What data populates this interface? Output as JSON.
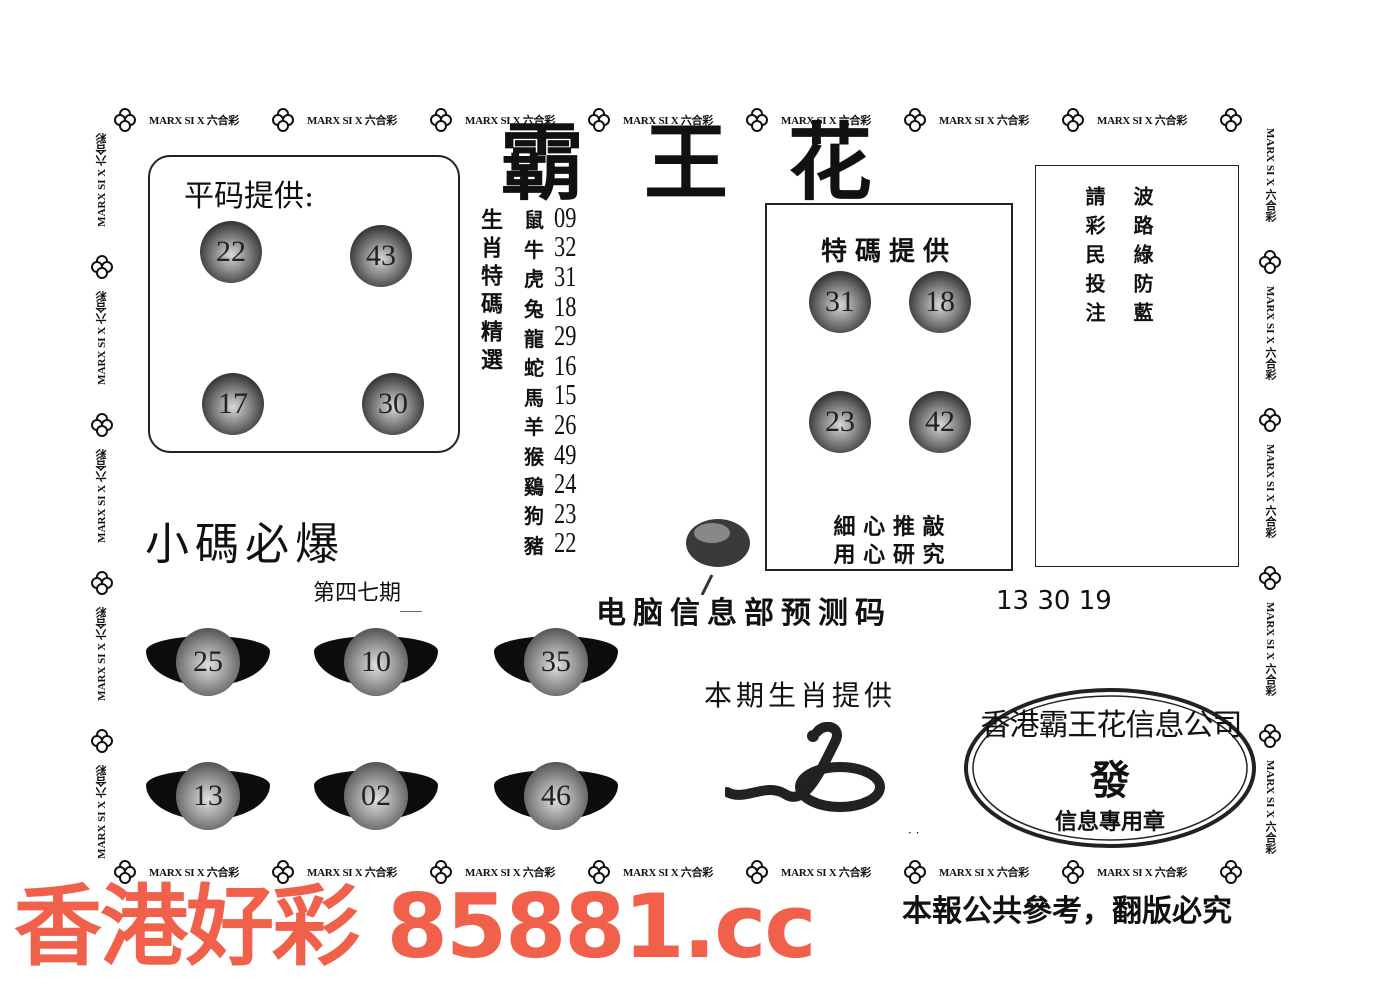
{
  "title": "霸王花",
  "border": {
    "label": "MARX SI X 六合彩",
    "icon": "flower-icon",
    "top_count": 7,
    "bottom_count": 7,
    "side_count": 5
  },
  "regular_numbers": {
    "heading": "平码提供:",
    "balls": [
      "22",
      "43",
      "17",
      "30"
    ]
  },
  "zodiac_picks": {
    "vertical_label": "生肖特碼精選",
    "items": [
      {
        "animal": "鼠",
        "number": "09"
      },
      {
        "animal": "牛",
        "number": "32"
      },
      {
        "animal": "虎",
        "number": "31"
      },
      {
        "animal": "兔",
        "number": "18"
      },
      {
        "animal": "龍",
        "number": "29"
      },
      {
        "animal": "蛇",
        "number": "16"
      },
      {
        "animal": "馬",
        "number": "15"
      },
      {
        "animal": "羊",
        "number": "26"
      },
      {
        "animal": "猴",
        "number": "49"
      },
      {
        "animal": "鷄",
        "number": "24"
      },
      {
        "animal": "狗",
        "number": "23"
      },
      {
        "animal": "豬",
        "number": "22"
      }
    ]
  },
  "special_numbers": {
    "heading": "特碼提供",
    "balls": [
      "31",
      "18",
      "23",
      "42"
    ],
    "footer_line1": "細 心 推 敲",
    "footer_line2": "用 心 研 究"
  },
  "wave_box": {
    "col1": "請彩民投注",
    "col2": "波路綠防藍"
  },
  "small_numbers": {
    "heading": "小碼必爆",
    "issue": "第四七期",
    "ingots": [
      "25",
      "10",
      "35",
      "13",
      "02",
      "46"
    ]
  },
  "computer_prediction": {
    "label": "电脑信息部预测码",
    "numbers": "13 30 19"
  },
  "zodiac_of_issue": {
    "heading": "本期生肖提供",
    "animal_icon": "snake-icon"
  },
  "seal": {
    "ring_text": "香港霸王花信息公司",
    "center": "發",
    "bottom": "信息專用章"
  },
  "disclaimer": "本報公共參考，翻版必究",
  "watermark": {
    "text": "香港好彩 85881.cc",
    "color": "#f0604a"
  }
}
